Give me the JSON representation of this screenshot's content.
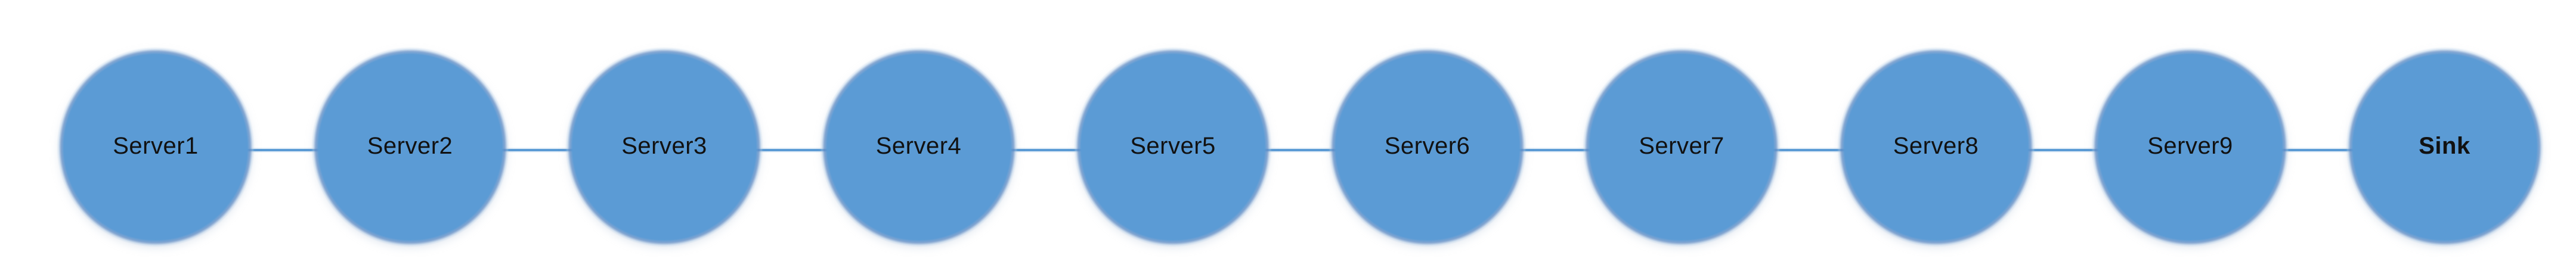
{
  "diagram": {
    "type": "chain",
    "colors": {
      "canvas_bg": "#ffffff",
      "node_fill": "#5b9bd5",
      "edge_color": "#5b9bd5",
      "label_color": "#111111"
    },
    "nodes": [
      {
        "id": "server1",
        "label": "Server1",
        "bold": false
      },
      {
        "id": "server2",
        "label": "Server2",
        "bold": false
      },
      {
        "id": "server3",
        "label": "Server3",
        "bold": false
      },
      {
        "id": "server4",
        "label": "Server4",
        "bold": false
      },
      {
        "id": "server5",
        "label": "Server5",
        "bold": false
      },
      {
        "id": "server6",
        "label": "Server6",
        "bold": false
      },
      {
        "id": "server7",
        "label": "Server7",
        "bold": false
      },
      {
        "id": "server8",
        "label": "Server8",
        "bold": false
      },
      {
        "id": "server9",
        "label": "Server9",
        "bold": false
      },
      {
        "id": "sink",
        "label": "Sink",
        "bold": true
      }
    ],
    "edges": [
      {
        "from": "server1",
        "to": "server2"
      },
      {
        "from": "server2",
        "to": "server3"
      },
      {
        "from": "server3",
        "to": "server4"
      },
      {
        "from": "server4",
        "to": "server5"
      },
      {
        "from": "server5",
        "to": "server6"
      },
      {
        "from": "server6",
        "to": "server7"
      },
      {
        "from": "server7",
        "to": "server8"
      },
      {
        "from": "server8",
        "to": "server9"
      },
      {
        "from": "server9",
        "to": "sink"
      }
    ]
  }
}
